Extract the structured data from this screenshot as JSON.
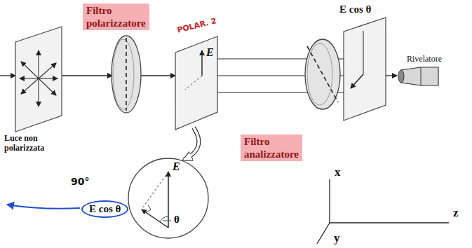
{
  "diagram": {
    "nodes": [
      {
        "text": [
          "Filtro polarizzatore"
        ]
      },
      {
        "text": [
          "Filtro analizzatore"
        ]
      },
      {
        "text": [
          "E",
          "θ"
        ]
      },
      {
        "text": [
          "E cos θ"
        ]
      }
    ],
    "labels": [
      "Luce non polarizzata",
      "POLAR. 2",
      "E",
      "E cos θ",
      "Rivelatore",
      "90°",
      "x",
      "y",
      "z"
    ]
  }
}
